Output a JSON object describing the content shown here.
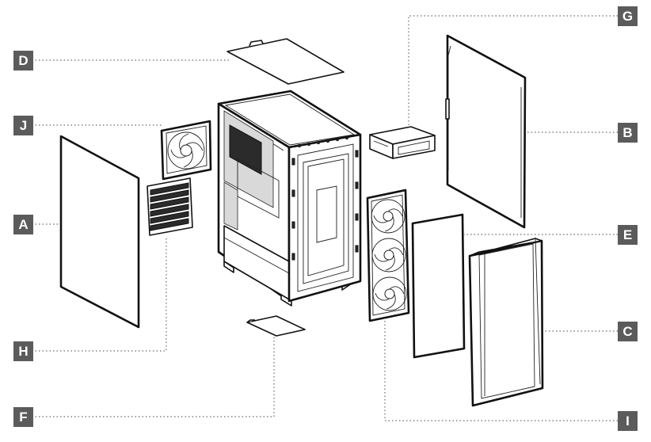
{
  "callouts": {
    "A": "A",
    "B": "B",
    "C": "C",
    "D": "D",
    "E": "E",
    "F": "F",
    "G": "G",
    "H": "H",
    "I": "I",
    "J": "J"
  },
  "colors": {
    "label_box": "#5b5b5b",
    "label_text": "#ffffff",
    "line_art": "#111111",
    "leader_line": "#6a6a6a"
  }
}
